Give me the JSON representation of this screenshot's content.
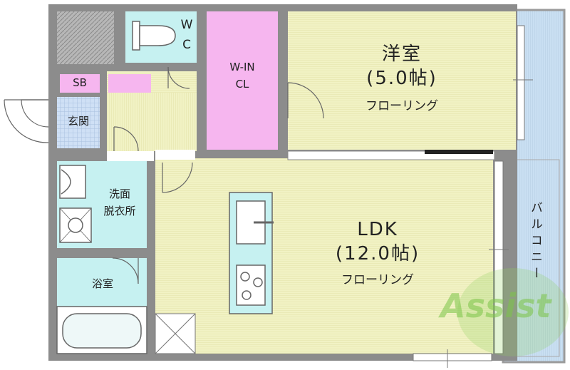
{
  "rooms": {
    "western": {
      "name": "洋室",
      "size": "(5.0帖)",
      "floor": "フローリング"
    },
    "ldk": {
      "name": "LDK",
      "size": "(12.0帖)",
      "floor": "フローリング"
    },
    "walkin": {
      "line1": "W-IN",
      "line2": "CL"
    },
    "wc": {
      "line1": "W",
      "line2": "C"
    },
    "sb": "SB",
    "entrance": "玄関",
    "washroom": {
      "line1": "洗面",
      "line2": "脱衣所"
    },
    "bath": "浴室",
    "balcony": "バルコニー"
  },
  "watermark": "Assist",
  "colors": {
    "wall": "#8c8c8c",
    "flooring": "#f1f2c4",
    "closet": "#f6b6ef",
    "wet_area": "#c6f1f1",
    "storage": "#f6b6ef",
    "entrance": "#cfe0f5",
    "balcony": "#c9dff2",
    "watermark": "#8fd05a"
  }
}
